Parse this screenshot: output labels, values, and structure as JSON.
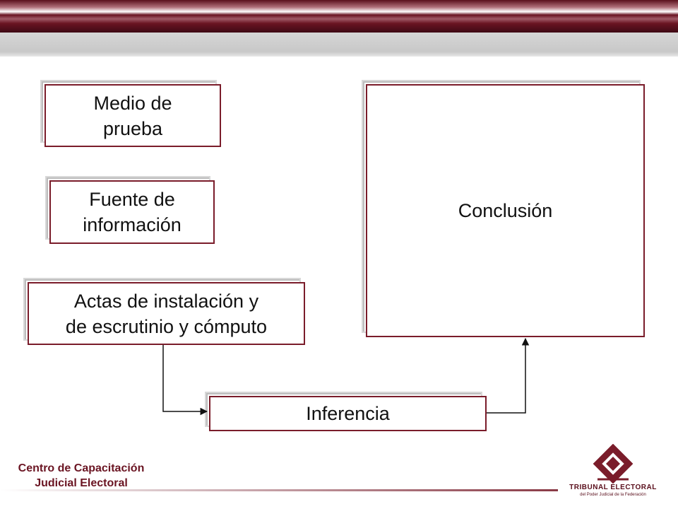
{
  "boxes": {
    "medio_prueba": "Medio de\nprueba",
    "fuente_informacion": "Fuente de\ninformación",
    "actas": "Actas de instalación y\nde escrutinio y cómputo",
    "inferencia": "Inferencia",
    "conclusion": "Conclusión"
  },
  "footer": {
    "line1": "Centro de Capacitación",
    "line2": "Judicial Electoral"
  },
  "logo": {
    "title": "TRIBUNAL ELECTORAL",
    "subtitle": "del Poder Judicial de la Federación"
  },
  "colors": {
    "accent": "#7a1c2a",
    "band": "#5a0f1c"
  }
}
